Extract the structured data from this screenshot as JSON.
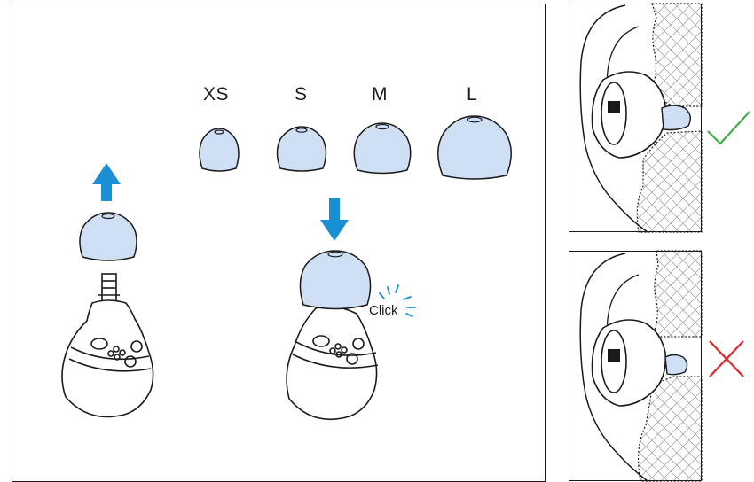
{
  "sizes": [
    "XS",
    "S",
    "M",
    "L"
  ],
  "click_text": "Click",
  "colors": {
    "eartip_fill": "#cfdff4",
    "arrow": "#1a8fd6",
    "click_spark": "#1a8fd6",
    "check": "#3fae49",
    "cross": "#e3232a",
    "outline": "#1a1a1a"
  },
  "icons": [
    "arrow-up-icon",
    "arrow-down-icon",
    "checkmark-icon",
    "cross-icon"
  ]
}
